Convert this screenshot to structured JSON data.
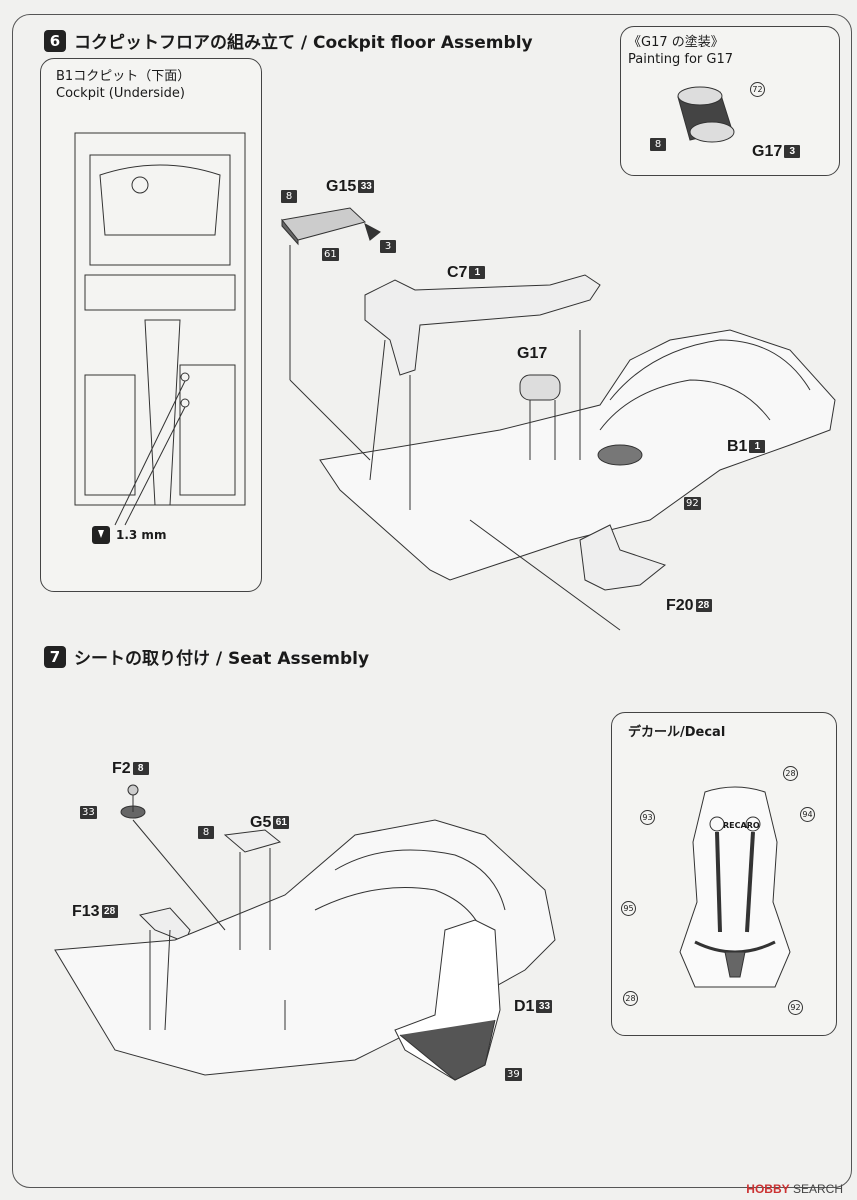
{
  "step6": {
    "number": "6",
    "title": "コクピットフロアの組み立て / Cockpit floor Assembly",
    "underside_box": {
      "title_jp": "B1コクピット（下面）",
      "title_en": "Cockpit (Underside)",
      "drill": "1.3 mm"
    },
    "painting_box": {
      "title_jp": "《G17 の塗装》",
      "title_en": "Painting for G17",
      "part": "G17",
      "part_color": "3",
      "callouts": [
        "72",
        "8"
      ]
    },
    "parts": [
      {
        "name": "G15",
        "color": "33"
      },
      {
        "name": "C7",
        "color": "1"
      },
      {
        "name": "G17",
        "color": ""
      },
      {
        "name": "B1",
        "color": "1"
      },
      {
        "name": "F20",
        "color": "28"
      }
    ],
    "callouts": {
      "g15_left": "8",
      "g15_right": "3",
      "g15_bottom": "61",
      "b1_floor": "92"
    }
  },
  "step7": {
    "number": "7",
    "title": "シートの取り付け / Seat Assembly",
    "parts": [
      {
        "name": "F2",
        "color": "8"
      },
      {
        "name": "G5",
        "color": "61"
      },
      {
        "name": "F13",
        "color": "28"
      },
      {
        "name": "D1",
        "color": "33"
      }
    ],
    "callouts": {
      "f2_side": "33",
      "g5_left": "8",
      "d1_bottom": "39"
    },
    "decal_box": {
      "title": "デカール/Decal",
      "callouts": [
        "28",
        "93",
        "94",
        "95",
        "28",
        "92"
      ],
      "seat_logo": "RECARO"
    }
  },
  "watermark": {
    "brand": "HOBBY",
    "suffix": "SEARCH"
  },
  "colors": {
    "ink": "#1a1a1a",
    "paper": "#f1f1ef",
    "dark_part": "#555555"
  }
}
